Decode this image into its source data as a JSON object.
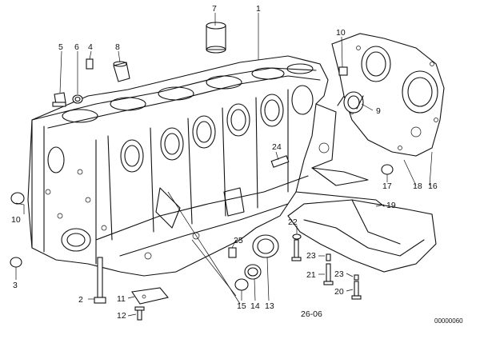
{
  "callouts": [
    {
      "id": "p1",
      "text": "1"
    },
    {
      "id": "p2",
      "text": "2"
    },
    {
      "id": "p3",
      "text": "3"
    },
    {
      "id": "p4",
      "text": "4"
    },
    {
      "id": "p5",
      "text": "5"
    },
    {
      "id": "p6",
      "text": "6"
    },
    {
      "id": "p7",
      "text": "7"
    },
    {
      "id": "p8",
      "text": "8"
    },
    {
      "id": "p9",
      "text": "9"
    },
    {
      "id": "p10a",
      "text": "10"
    },
    {
      "id": "p10b",
      "text": "10"
    },
    {
      "id": "p11",
      "text": "11"
    },
    {
      "id": "p12",
      "text": "12"
    },
    {
      "id": "p13",
      "text": "13"
    },
    {
      "id": "p14",
      "text": "14"
    },
    {
      "id": "p15",
      "text": "15"
    },
    {
      "id": "p16",
      "text": "16"
    },
    {
      "id": "p17",
      "text": "17"
    },
    {
      "id": "p18",
      "text": "18"
    },
    {
      "id": "p19",
      "text": "19"
    },
    {
      "id": "p20",
      "text": "20"
    },
    {
      "id": "p21",
      "text": "21"
    },
    {
      "id": "p22",
      "text": "22"
    },
    {
      "id": "p23a",
      "text": "23"
    },
    {
      "id": "p23b",
      "text": "23"
    },
    {
      "id": "p24",
      "text": "24"
    },
    {
      "id": "p25",
      "text": "25"
    },
    {
      "id": "p26",
      "text": "26-06"
    }
  ],
  "figure_code": "00000060"
}
